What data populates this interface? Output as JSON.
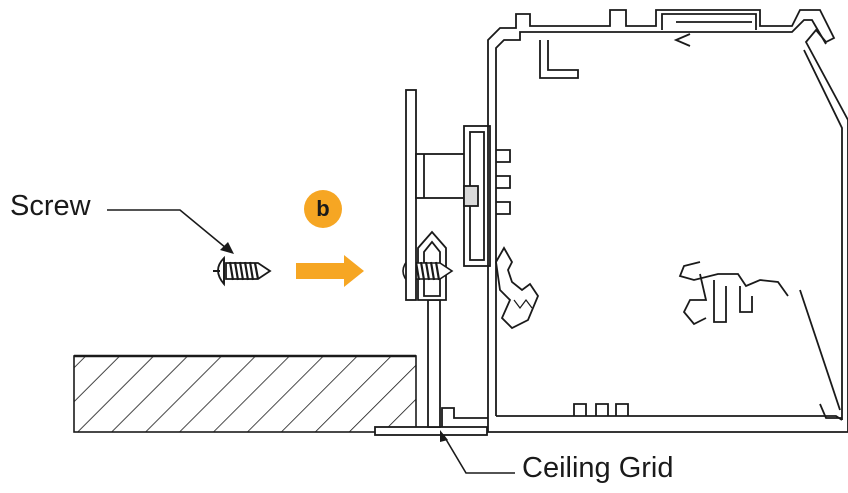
{
  "labels": {
    "screw": "Screw",
    "ceiling_grid": "Ceiling Grid",
    "step": "b"
  },
  "colors": {
    "accent": "#F6A623",
    "line": "#1a1a1a",
    "background": "#ffffff"
  },
  "icons": [
    "screw-icon",
    "arrow-right-icon"
  ]
}
